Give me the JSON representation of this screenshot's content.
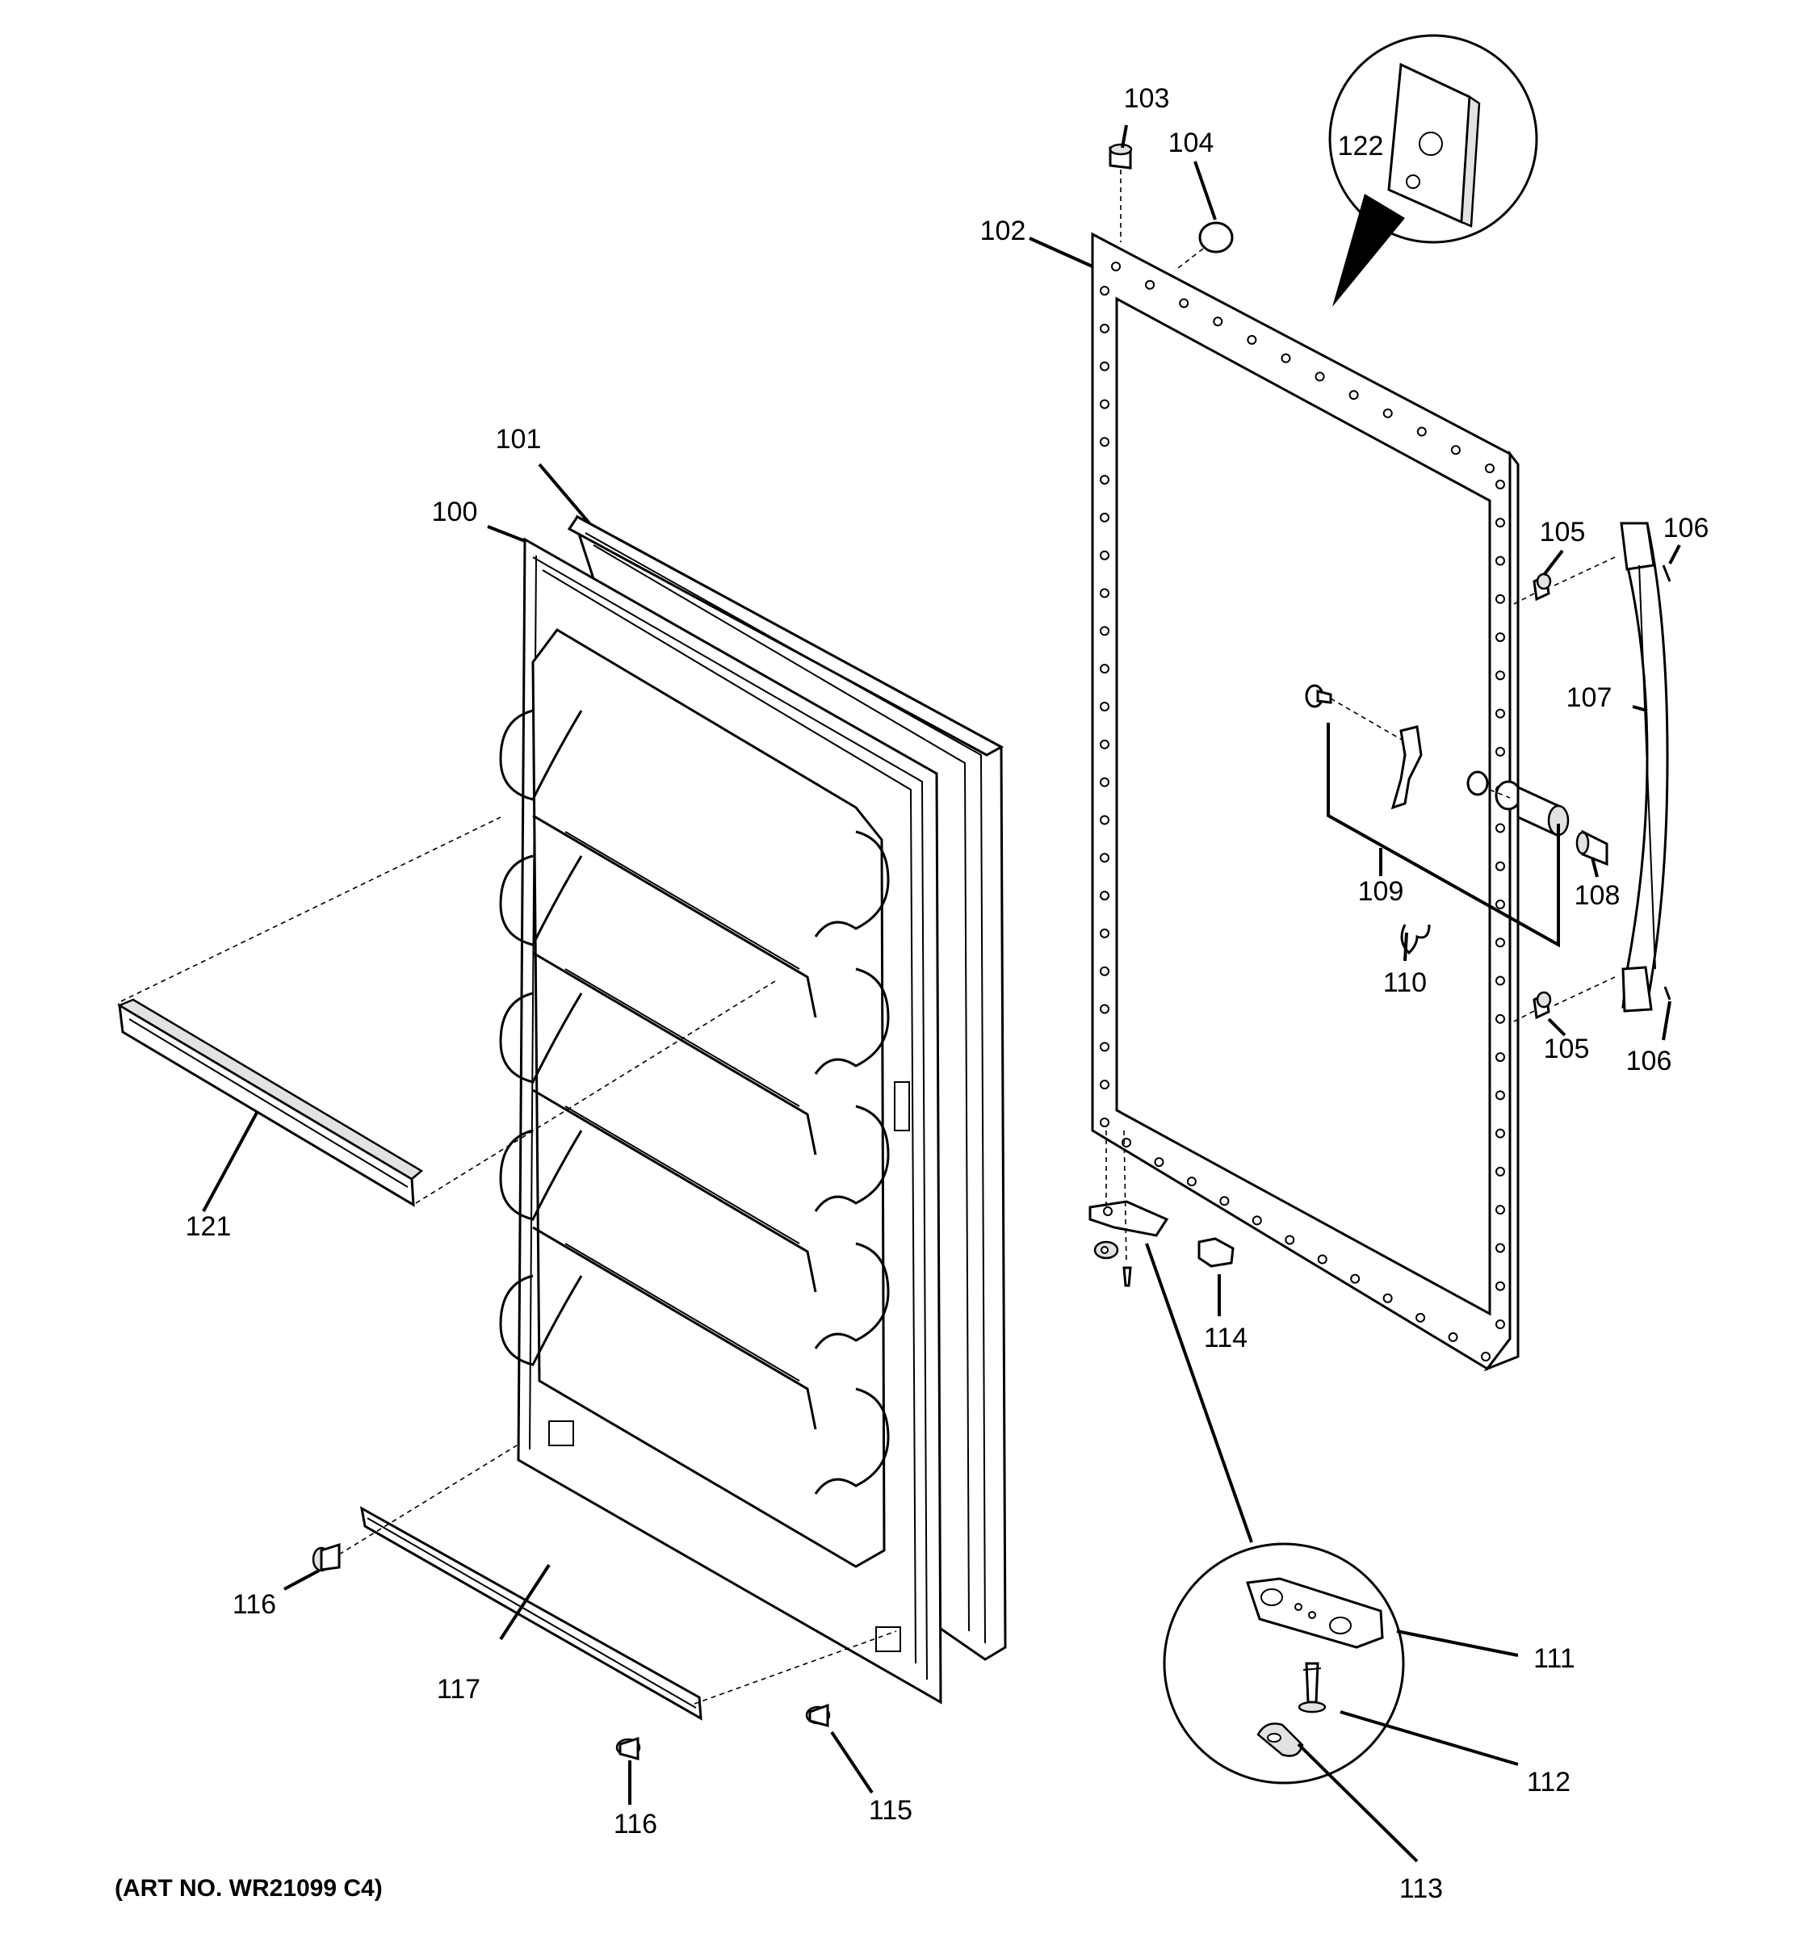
{
  "diagram": {
    "art_number": "(ART NO. WR21099 C4)",
    "callouts": {
      "c100": "100",
      "c101": "101",
      "c102": "102",
      "c103": "103",
      "c104": "104",
      "c105a": "105",
      "c105b": "105",
      "c106a": "106",
      "c106b": "106",
      "c107": "107",
      "c108": "108",
      "c109": "109",
      "c110": "110",
      "c111": "111",
      "c112": "112",
      "c113": "113",
      "c114": "114",
      "c115": "115",
      "c116a": "116",
      "c116b": "116",
      "c117": "117",
      "c121": "121",
      "c122": "122"
    }
  }
}
